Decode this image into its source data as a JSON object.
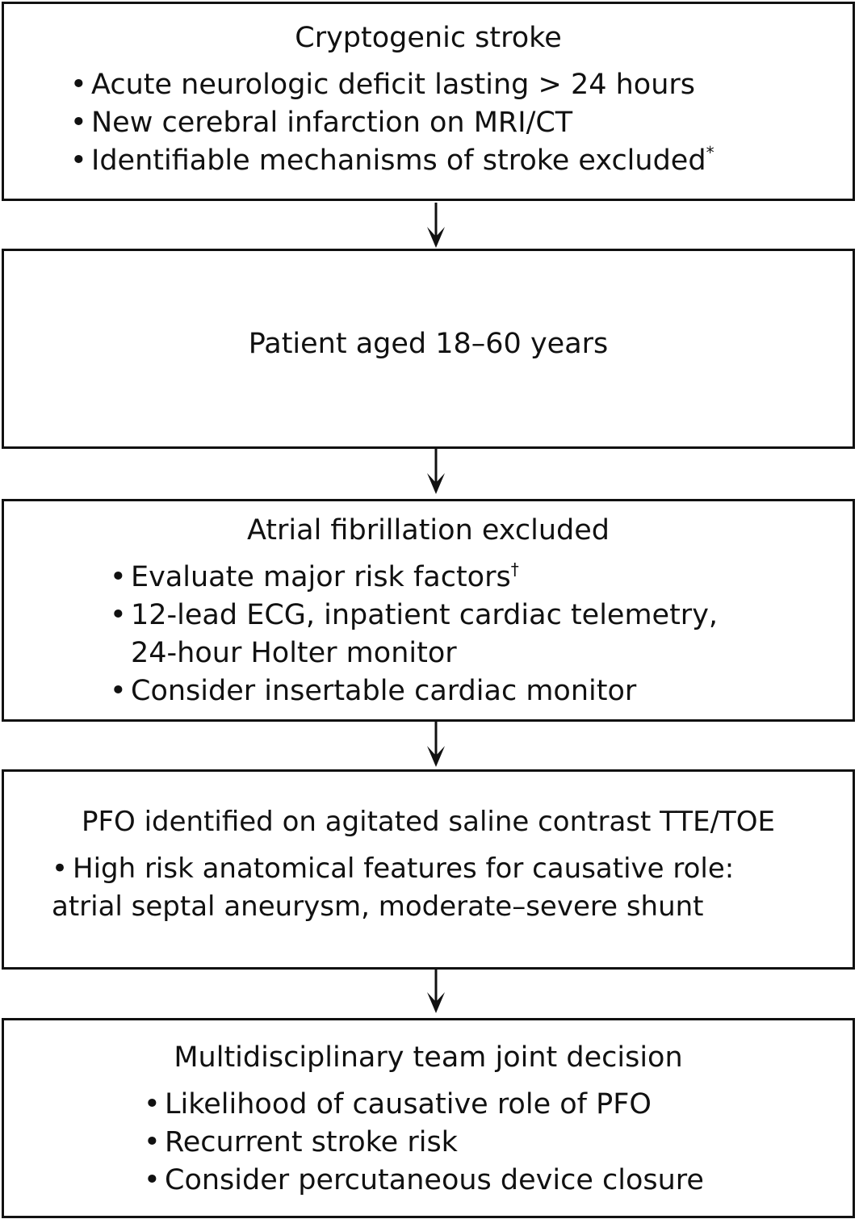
{
  "boxes": [
    {
      "title": "Cryptogenic stroke",
      "bullets": [
        {
          "text": "Acute neurologic deficit lasting > 24 hours",
          "mark": ""
        },
        {
          "text": "New cerebral infarction on MRI/CT",
          "mark": ""
        },
        {
          "text": "Identifiable mechanisms of stroke excluded",
          "mark": "*"
        }
      ]
    },
    {
      "title": "Patient aged 18–60 years"
    },
    {
      "title": "Atrial fibrillation excluded",
      "bullets": [
        {
          "text": "Evaluate major risk factors",
          "mark": "†"
        },
        {
          "text": "12-lead ECG, inpatient cardiac telemetry,\n24-hour Holter monitor",
          "mark": ""
        },
        {
          "text": "Consider insertable cardiac monitor",
          "mark": ""
        }
      ]
    },
    {
      "title": "PFO identified on agitated saline contrast TTE/TOE",
      "bullets": [
        {
          "text": "High risk anatomical features for causative role:",
          "mark": ""
        }
      ],
      "continuation": "atrial septal aneurysm, moderate–severe shunt"
    },
    {
      "title": "Multidisciplinary team joint decision",
      "bullets": [
        {
          "text": "Likelihood of causative role of PFO",
          "mark": ""
        },
        {
          "text": "Recurrent stroke risk",
          "mark": ""
        },
        {
          "text": "Consider percutaneous device closure",
          "mark": ""
        }
      ]
    }
  ]
}
